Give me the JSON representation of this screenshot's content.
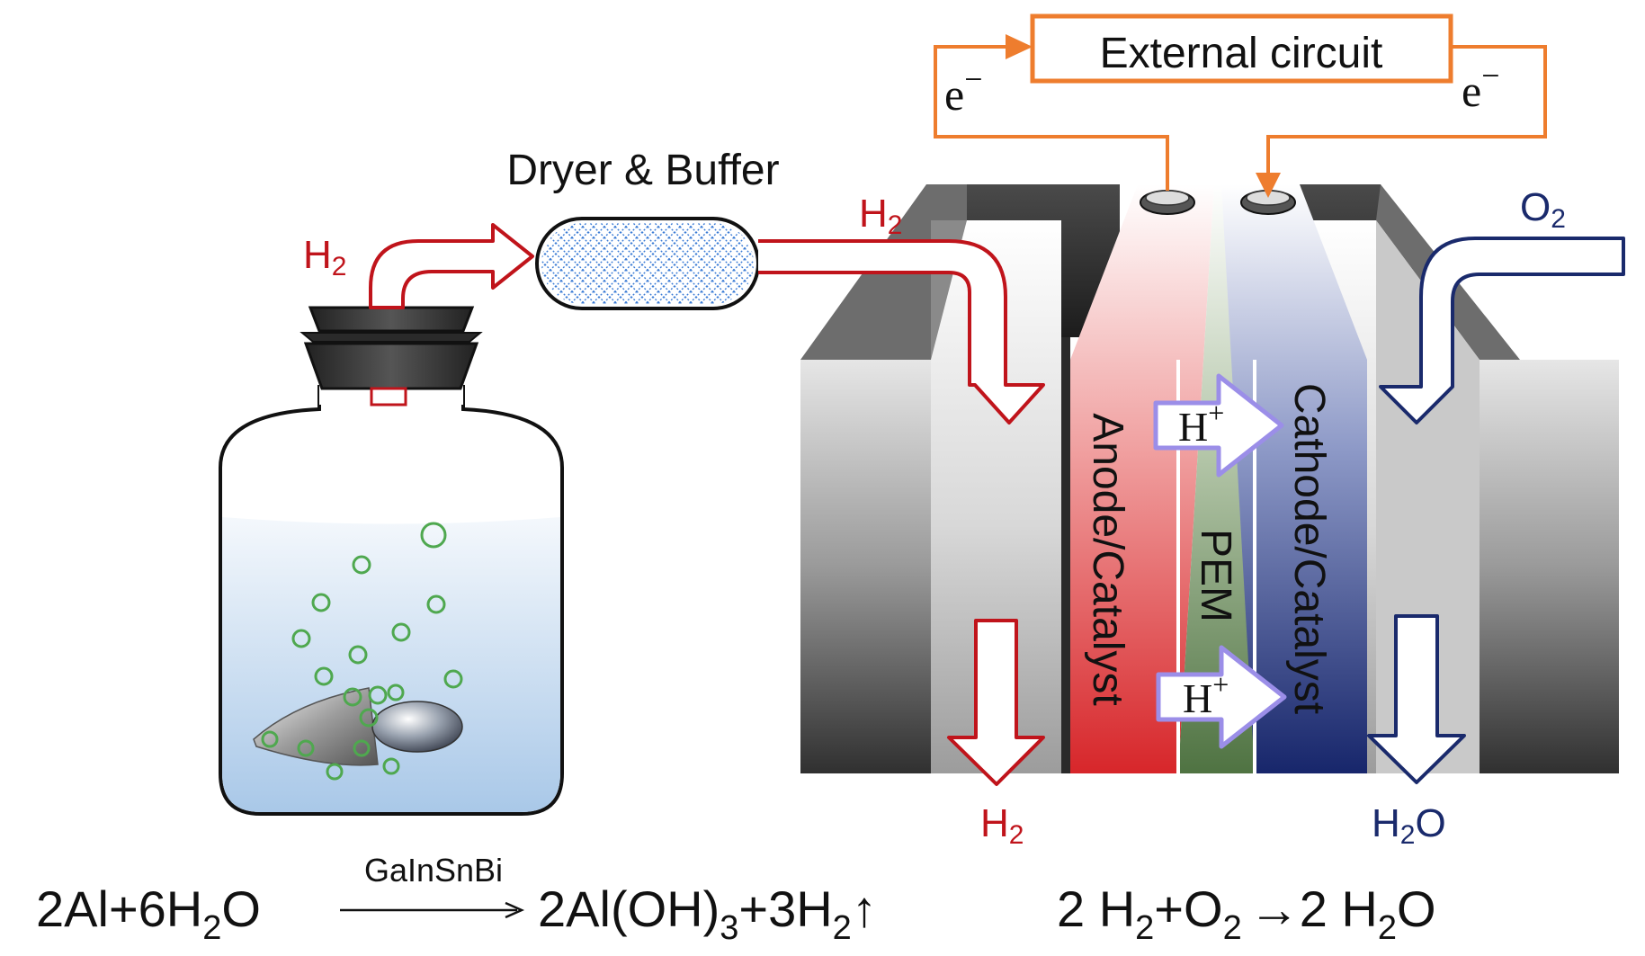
{
  "labels": {
    "external_circuit": "External circuit",
    "electron_left": "e",
    "electron_right": "e",
    "electron_charge": "−",
    "dryer_buffer": "Dryer & Buffer",
    "h2_bottle_out": "H2",
    "h2_to_cell": "H2",
    "o2_in": "O2",
    "h2_exhaust": "H2",
    "h2o_out": "H2O",
    "proton_top": "H",
    "proton_bottom": "H",
    "proton_charge": "+",
    "anode": "Anode/Catalyst",
    "pem": "PEM",
    "cathode": "Cathode/Catalyst"
  },
  "equations": {
    "reaction1": {
      "lhs": "2Al+6H",
      "lhs_sub": "2",
      "lhs_tail": "O",
      "catalyst": "GaInSnBi",
      "arrow": "⟶",
      "rhs1": "2Al(OH)",
      "rhs1_sub": "3",
      "rhs2": "+3H",
      "rhs2_sub": "2",
      "rhs2_tail": "↑"
    },
    "reaction2": {
      "p1": "2 H",
      "p1_sub": "2",
      "p2": "+O",
      "p2_sub": "2",
      "arrow": "→",
      "p3": "2 H",
      "p3_sub": "2",
      "p3_tail": "O"
    }
  },
  "colors": {
    "hydrogen": "#c0141b",
    "oxygen": "#1a2a6c",
    "circuit": "#ee7d2e",
    "proton": "#9b8ee8",
    "anode": "#d7262a",
    "pem": "#5a7d4c",
    "cathode": "#1c2f77",
    "bubble": "#4fa84f"
  }
}
